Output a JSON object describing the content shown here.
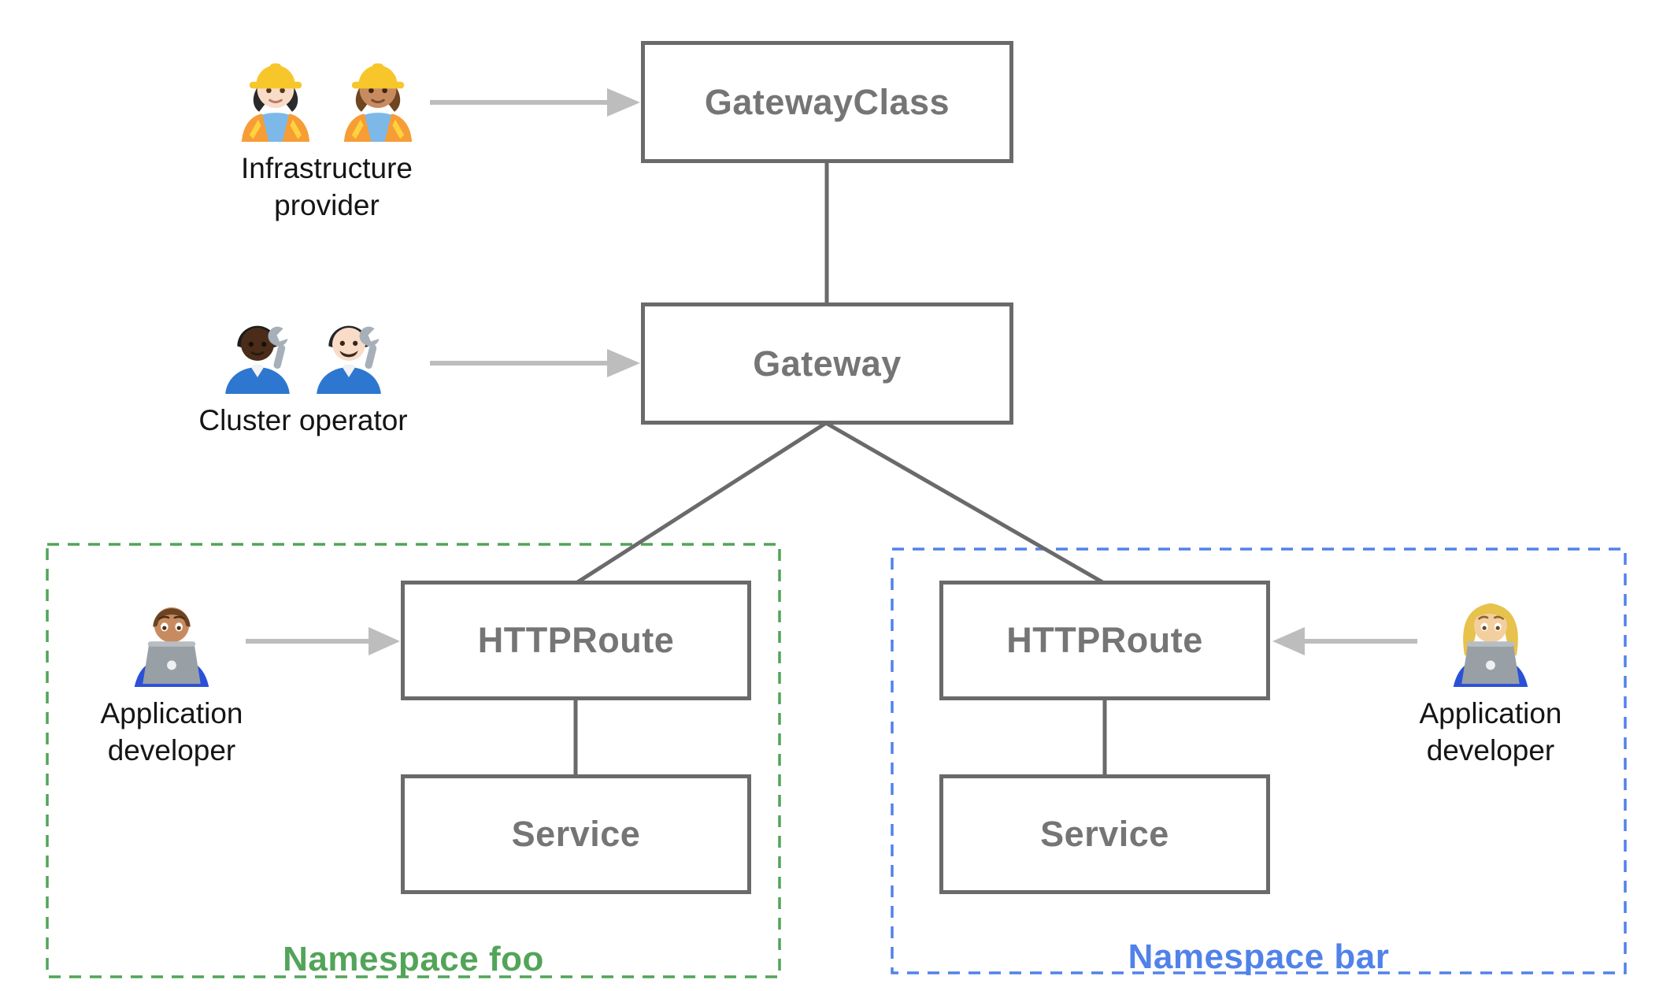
{
  "diagram": {
    "nodes": {
      "gatewayclass": "GatewayClass",
      "gateway": "Gateway",
      "httproute_foo": "HTTPRoute",
      "service_foo": "Service",
      "httproute_bar": "HTTPRoute",
      "service_bar": "Service"
    },
    "actors": {
      "infrastructure_provider": "Infrastructure provider",
      "cluster_operator": "Cluster operator",
      "app_developer_foo": "Application developer",
      "app_developer_bar": "Application developer"
    },
    "namespaces": {
      "foo": "Namespace foo",
      "bar": "Namespace bar"
    },
    "icons": {
      "infrastructure_provider": [
        "woman-construction-worker-light-icon",
        "woman-construction-worker-medium-icon"
      ],
      "cluster_operator": [
        "mechanic-dark-icon",
        "man-mechanic-light-icon"
      ],
      "app_developer_foo": [
        "man-technologist-icon"
      ],
      "app_developer_bar": [
        "woman-technologist-icon"
      ]
    },
    "colors": {
      "node_border": "#6a6a6a",
      "node_text": "#757575",
      "connector": "#6a6a6a",
      "arrow": "#bdbdbd",
      "ns_foo": "#52a458",
      "ns_bar": "#5182e9",
      "actor_text": "#151515",
      "canvas_bg": "#ffffff"
    }
  }
}
